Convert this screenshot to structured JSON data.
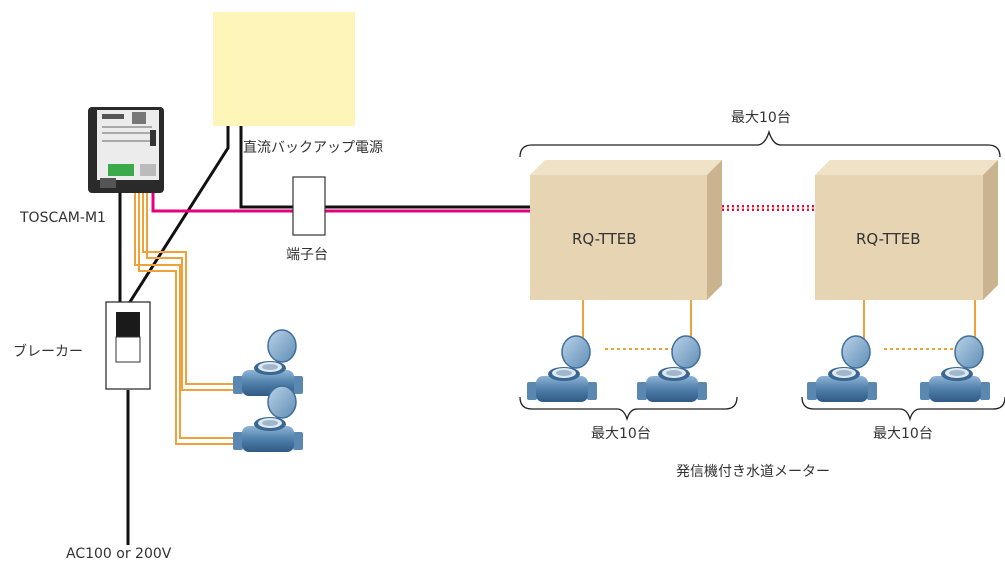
{
  "labels": {
    "dc_backup_power": "直流バックアップ電源",
    "toscam": "TOSCAM-M1",
    "terminal_block": "端子台",
    "breaker": "ブレーカー",
    "ac_power": "AC100 or 200V",
    "max_units_top": "最大10台",
    "transmitter_1": "RQ-TTEB",
    "transmitter_2": "RQ-TTEB",
    "max_units_bottom_left": "最大10台",
    "max_units_bottom_right": "最大10台",
    "water_meters": "発信機付き水道メーター"
  },
  "colors": {
    "power_box": "#fdf6b8",
    "transmitter_front": "#e6d4b3",
    "transmitter_side": "#c9b48f",
    "signal_line": "#e6007e",
    "orange_line": "#f0a23a",
    "black_line": "#111111",
    "meter_body": "#4f7faa"
  }
}
